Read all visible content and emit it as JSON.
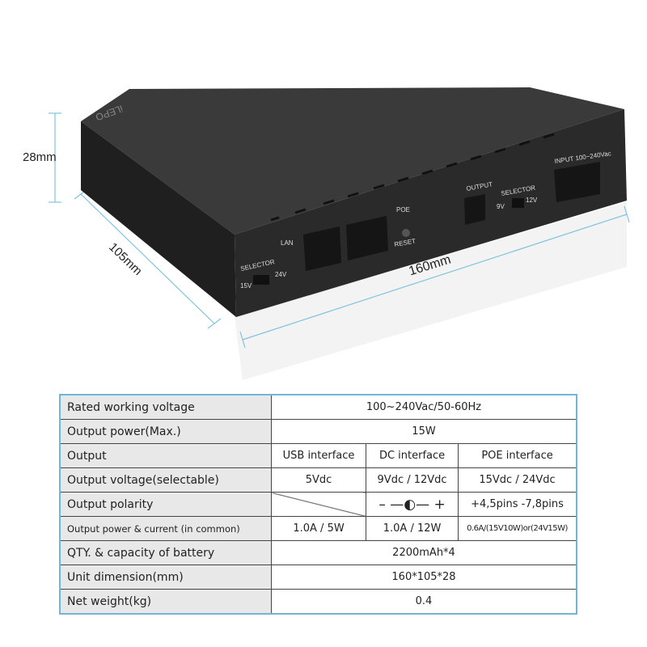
{
  "product": {
    "logo": "iLEPO",
    "dimensions": {
      "height": "28mm",
      "depth": "105mm",
      "width": "160mm"
    },
    "port_labels": {
      "selector_left": "SELECTOR",
      "v15": "15V",
      "v24": "24V",
      "lan": "LAN",
      "poe": "POE",
      "reset": "RESET",
      "output": "OUTPUT",
      "selector_right": "SELECTOR",
      "v9": "9V",
      "v12": "12V",
      "input": "INPUT 100~240Vac"
    }
  },
  "specs": {
    "rows": [
      {
        "label": "Rated working voltage",
        "value": "100~240Vac/50-60Hz"
      },
      {
        "label": "Output power(Max.)",
        "value": "15W"
      },
      {
        "label": "Output",
        "usb": "USB interface",
        "dc": "DC interface",
        "poe": "POE interface"
      },
      {
        "label": "Output voltage(selectable)",
        "usb": "5Vdc",
        "dc": "9Vdc / 12Vdc",
        "poe": "15Vdc / 24Vdc"
      },
      {
        "label": "Output polarity",
        "usb": "",
        "dc": "– —◐— +",
        "poe": "+4,5pins -7,8pins"
      },
      {
        "label": "Output power & current (in common)",
        "usb": "1.0A / 5W",
        "dc": "1.0A / 12W",
        "poe": "0.6A/(15V10W)or(24V15W)"
      },
      {
        "label": "QTY. & capacity of battery",
        "value": "2200mAh*4"
      },
      {
        "label": "Unit dimension(mm)",
        "value": "160*105*28"
      },
      {
        "label": "Net weight(kg)",
        "value": "0.4"
      }
    ]
  },
  "colors": {
    "device": "#2e2e2e",
    "dimension_line": "#7fc4dd",
    "table_border": "#6fb6d8",
    "label_bg": "#e8e8e8"
  }
}
